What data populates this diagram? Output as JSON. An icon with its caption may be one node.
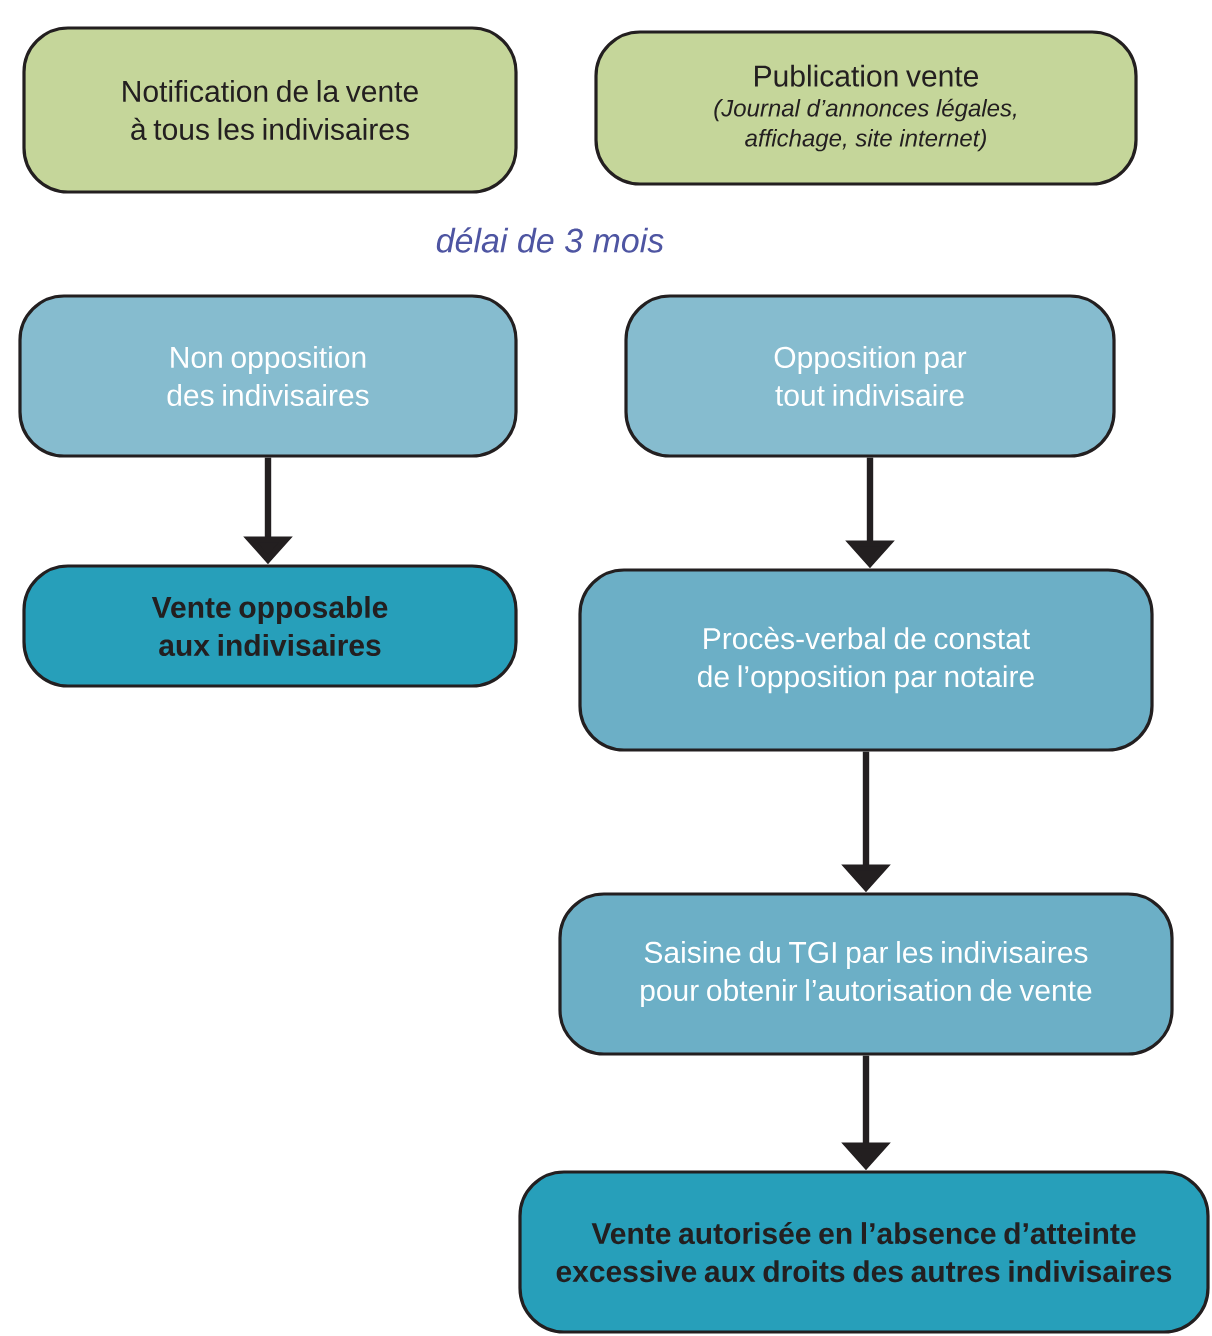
{
  "diagram": {
    "nodes": [
      {
        "text": [
          "Notification de la vente à tous les indivisaires"
        ]
      },
      {
        "text": [
          "Publication vente",
          "(Journal d’annonces légales, affichage, site internet)"
        ]
      },
      {
        "text": [
          "Non opposition des indivisaires"
        ]
      },
      {
        "text": [
          "Opposition par tout indivisaire"
        ]
      },
      {
        "text": [
          "Vente opposable aux indivisaires"
        ]
      },
      {
        "text": [
          "Procès-verbal de constat de l’opposition par notaire"
        ]
      },
      {
        "text": [
          "Saisine du TGI par les indivisaires pour obtenir l’autorisation de vente"
        ]
      },
      {
        "text": [
          "Vente autorisée en l’absence d’atteinte excessive aux droits des autres indivisaires"
        ]
      }
    ],
    "edges": [
      {
        "from": 2,
        "to": 4,
        "arrow": "to"
      },
      {
        "from": 3,
        "to": 5,
        "arrow": "to"
      },
      {
        "from": 5,
        "to": 6,
        "arrow": "to"
      },
      {
        "from": 6,
        "to": 7,
        "arrow": "to"
      }
    ],
    "labels": [
      "délai de 3 mois"
    ]
  }
}
